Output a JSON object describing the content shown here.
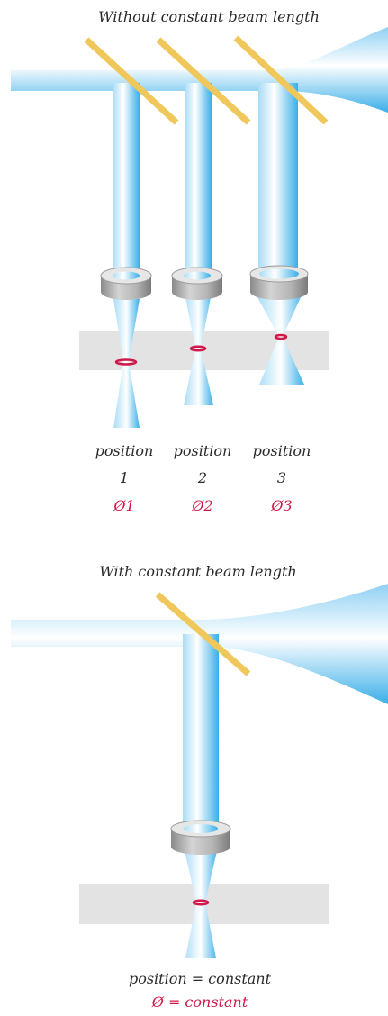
{
  "top_panel": {
    "title": "Without constant beam length",
    "positions": [
      {
        "word": "position",
        "number": "1",
        "diameter": "Ø1"
      },
      {
        "word": "position",
        "number": "2",
        "diameter": "Ø2"
      },
      {
        "word": "position",
        "number": "3",
        "diameter": "Ø3"
      }
    ]
  },
  "bottom_panel": {
    "title": "With constant beam length",
    "caption_position": "position = constant",
    "caption_diameter": "Ø = constant"
  },
  "colors": {
    "beam_light": "#ffffff",
    "beam_mid": "#a8dcf6",
    "beam_dark": "#3aaee8",
    "mirror": "#f0c75a",
    "lens_top": "#e6e6e6",
    "lens_side": "#9d9d9d",
    "work_plane": "#e3e3e3",
    "focus_ring": "#d0184a",
    "text": "#2a2a2a"
  }
}
